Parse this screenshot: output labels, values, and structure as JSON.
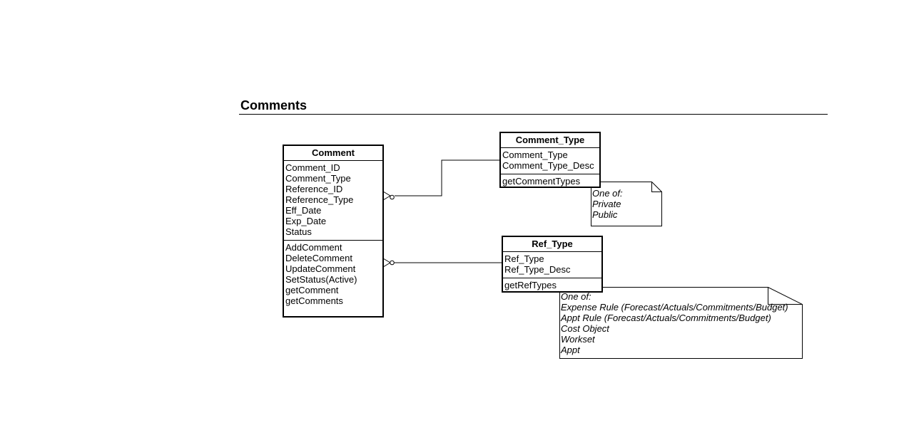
{
  "diagram": {
    "title": "Comments",
    "classes": {
      "comment": {
        "name": "Comment",
        "attributes": [
          "Comment_ID",
          "Comment_Type",
          "Reference_ID",
          "Reference_Type",
          "Eff_Date",
          "Exp_Date",
          "Status"
        ],
        "methods": [
          "AddComment",
          "DeleteComment",
          "UpdateComment",
          "SetStatus(Active)",
          "getComment",
          "getComments"
        ]
      },
      "comment_type": {
        "name": "Comment_Type",
        "attributes": [
          "Comment_Type",
          "Comment_Type_Desc"
        ],
        "methods": [
          "getCommentTypes"
        ]
      },
      "ref_type": {
        "name": "Ref_Type",
        "attributes": [
          "Ref_Type",
          "Ref_Type_Desc"
        ],
        "methods": [
          "getRefTypes"
        ]
      }
    },
    "notes": {
      "comment_type_note": [
        "One of:",
        "Private",
        "Public"
      ],
      "ref_type_note": [
        "One of:",
        "Expense Rule (Forecast/Actuals/Commitments/Budget)",
        "Appt Rule (Forecast/Actuals/Commitments/Budget)",
        "Cost Object",
        "Workset",
        "Appt"
      ]
    },
    "relationships": [
      {
        "from": "Comment",
        "to": "Comment_Type",
        "from_end": "zero-or-many"
      },
      {
        "from": "Comment",
        "to": "Ref_Type",
        "from_end": "zero-or-many"
      }
    ]
  }
}
